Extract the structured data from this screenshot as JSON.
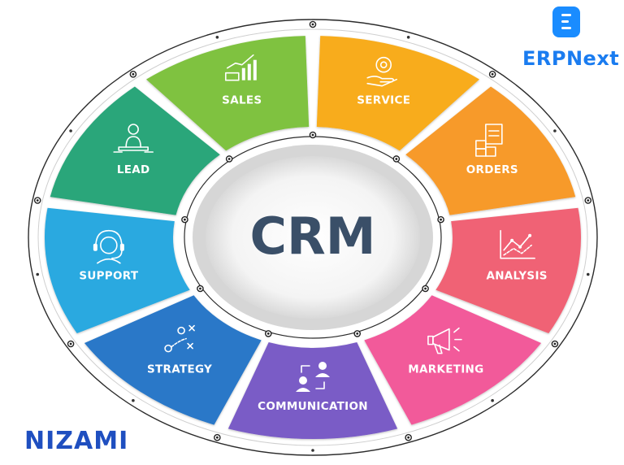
{
  "brand": {
    "erp_logo_text": "ERPNext",
    "watermark": "NIZAMI",
    "accent": "#1a8cff"
  },
  "center": {
    "label": "CRM",
    "text_color": "#3a4f68"
  },
  "segments": [
    {
      "label": "SALES",
      "icon": "money-growth-icon",
      "color": "#7fc241"
    },
    {
      "label": "SERVICE",
      "icon": "gear-hand-icon",
      "color": "#f8ac1b"
    },
    {
      "label": "ORDERS",
      "icon": "boxes-clipboard-icon",
      "color": "#f79a2b"
    },
    {
      "label": "ANALYSIS",
      "icon": "line-chart-icon",
      "color": "#f06274"
    },
    {
      "label": "MARKETING",
      "icon": "megaphone-icon",
      "color": "#f25a9a"
    },
    {
      "label": "COMMUNICATION",
      "icon": "people-exchange-icon",
      "color": "#7a5cc6"
    },
    {
      "label": "STRATEGY",
      "icon": "strategy-play-icon",
      "color": "#2a78c8"
    },
    {
      "label": "SUPPORT",
      "icon": "headset-icon",
      "color": "#2aa9e0"
    },
    {
      "label": "LEAD",
      "icon": "presenter-icon",
      "color": "#2ca67a"
    }
  ]
}
